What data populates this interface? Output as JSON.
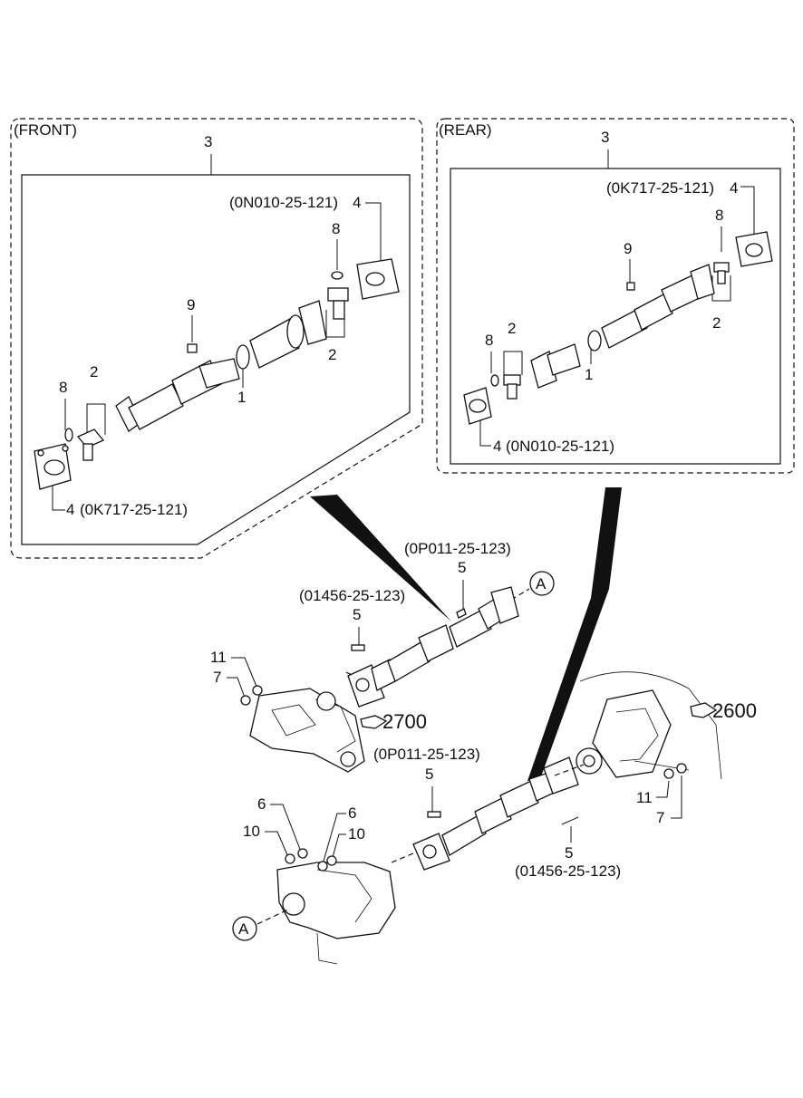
{
  "front_panel": {
    "heading": "(FRONT)",
    "assembly_no": "3",
    "ref_4_top": "(0N010-25-121)",
    "ref_4_bottom": "(0K717-25-121)",
    "c_4a": "4",
    "c_8a": "8",
    "c_9": "9",
    "c_2a": "2",
    "c_1": "1",
    "c_8b": "8",
    "c_2b": "2",
    "c_4b": "4"
  },
  "rear_panel": {
    "heading": "(REAR)",
    "assembly_no": "3",
    "ref_4_top": "(0K717-25-121)",
    "ref_4_bottom": "(0N010-25-121)",
    "c_4a": "4",
    "c_8a": "8",
    "c_9": "9",
    "c_2a": "2",
    "c_8b": "8",
    "c_2b": "2",
    "c_1": "1",
    "c_4b": "4"
  },
  "main": {
    "ref_a": "(0P011-25-123)",
    "c_5a": "5",
    "ref_b": "(01456-25-123)",
    "c_5b": "5",
    "c_11a": "11",
    "c_7a": "7",
    "ref_2700": "2700",
    "marker_a1": "A",
    "ref_2600": "2600",
    "ref_c": "(0P011-25-123)",
    "c_5c": "5",
    "c_6a": "6",
    "c_10a": "10",
    "c_6b": "6",
    "c_10b": "10",
    "c_11b": "11",
    "c_7b": "7",
    "c_5d": "5",
    "ref_d": "(01456-25-123)",
    "marker_a2": "A"
  }
}
